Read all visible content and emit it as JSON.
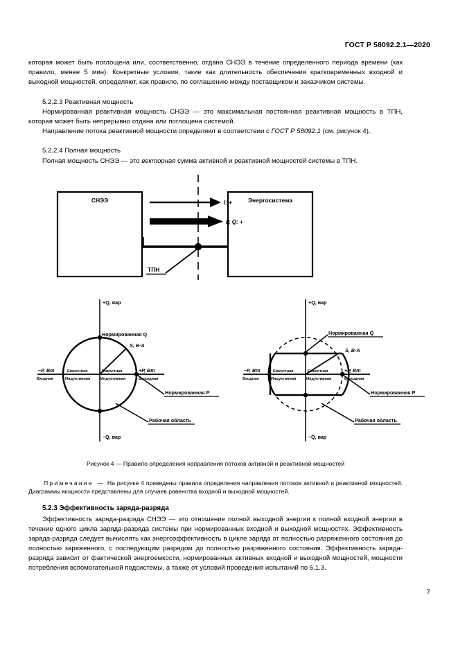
{
  "header": {
    "standard": "ГОСТ Р 58092.2.1—2020"
  },
  "page_number": "7",
  "body": {
    "para_continued": "которая может быть поглощена или, соответственно, отдана СНЭЭ в течение определенного периода времени (как правило, менее 5 мин). Конкретные условия, такие как длительность обеспечения кратковременных входной и выходной мощностей, определяют, как правило, по соглашению между поставщиком и заказчиком системы.",
    "heading_5223": "5.2.2.3 Реактивная мощность",
    "para_reactive": "Нормированная реактивная мощность СНЭЭ — это максимальная постоянная реактивная мощность в ТПН, которая может быть непрерывно отдана или поглощена системой.",
    "para_direction_pre": "Направление потока реактивной мощности определяют в соответствии с ",
    "para_direction_ital": "ГОСТ Р 58092.1",
    "para_direction_post": " (см. рисунок 4).",
    "heading_5224": "5.2.2.4 Полная мощность",
    "para_apparent_pre": "Полная мощность СНЭЭ — это ",
    "para_apparent_ital": "векторная",
    "para_apparent_post": " сумма активной и реактивной мощностей системы в ТПН."
  },
  "figure": {
    "caption": "Рисунок 4 — Правило определения направления потоков активной и реактивной мощностей",
    "note_label": "Примечание",
    "note_dash": "—",
    "note_text": "На рисунке 4 приведены правила определения направления потоков активной и реактивной мощностей. Диаграммы мощности представлены для случаев равенства входной и выходной мощностей.",
    "block_diagram": {
      "box_left": "СНЭЭ",
      "box_right": "Энергосистема",
      "arrow_current": "I: +",
      "arrow_power": "P, Q: +",
      "tap_point": "ТПН"
    },
    "power_diagrams": [
      {
        "id": "left",
        "axis_top": "+Q, вар",
        "axis_bottom": "–Q, вар",
        "axis_left": "–P, Вт",
        "axis_left_sub": "Входная",
        "axis_right": "+P, Вт",
        "axis_right_sub": "Выходная",
        "quad_upper_left": "Емкостная",
        "quad_lower_left": "Индуктивная",
        "quad_upper_right": "Емкостная",
        "quad_lower_right": "Индуктивная",
        "label_norm_q": "Нормированная Q",
        "label_norm_p": "Нормированная P",
        "label_s": "S, В·А",
        "label_region": "Рабочая область"
      },
      {
        "id": "right",
        "axis_top": "+Q, вар",
        "axis_bottom": "–Q, вар",
        "axis_left": "–P, Вт",
        "axis_left_sub": "Входная",
        "axis_right": "+P, Вт",
        "axis_right_sub": "Выходная",
        "quad_upper_left": "Емкостная",
        "quad_lower_left": "Индуктивная",
        "quad_upper_right": "Емкостная",
        "quad_lower_right": "Индуктивная",
        "label_norm_q": "Нормированная Q",
        "label_norm_p": "Нормированная P",
        "label_s": "S, В·А",
        "label_region": "Рабочая область"
      }
    ]
  },
  "section_523": {
    "heading": "5.2.3 Эффективность заряда-разряда",
    "para": "Эффективность заряда-разряда СНЭЭ — это отношение полной выходной энергии к полной входной энергии в течение одного цикла заряда-разряда системы при нормированных входной и выходной мощностях. Эффективность заряда-разряда следует вычислять как энергоэффективность в цикле заряда от полностью разряженного состояния до полностью заряженного, с последующим разрядом до полностью разряженного состояния. Эффективность заряда-разряда зависит от фактической энергоемкости, нормированных активных входной и выходной мощностей, мощности потребления вспомогательной подсистемы, а также от условий проведения испытаний по 5.1.3."
  }
}
